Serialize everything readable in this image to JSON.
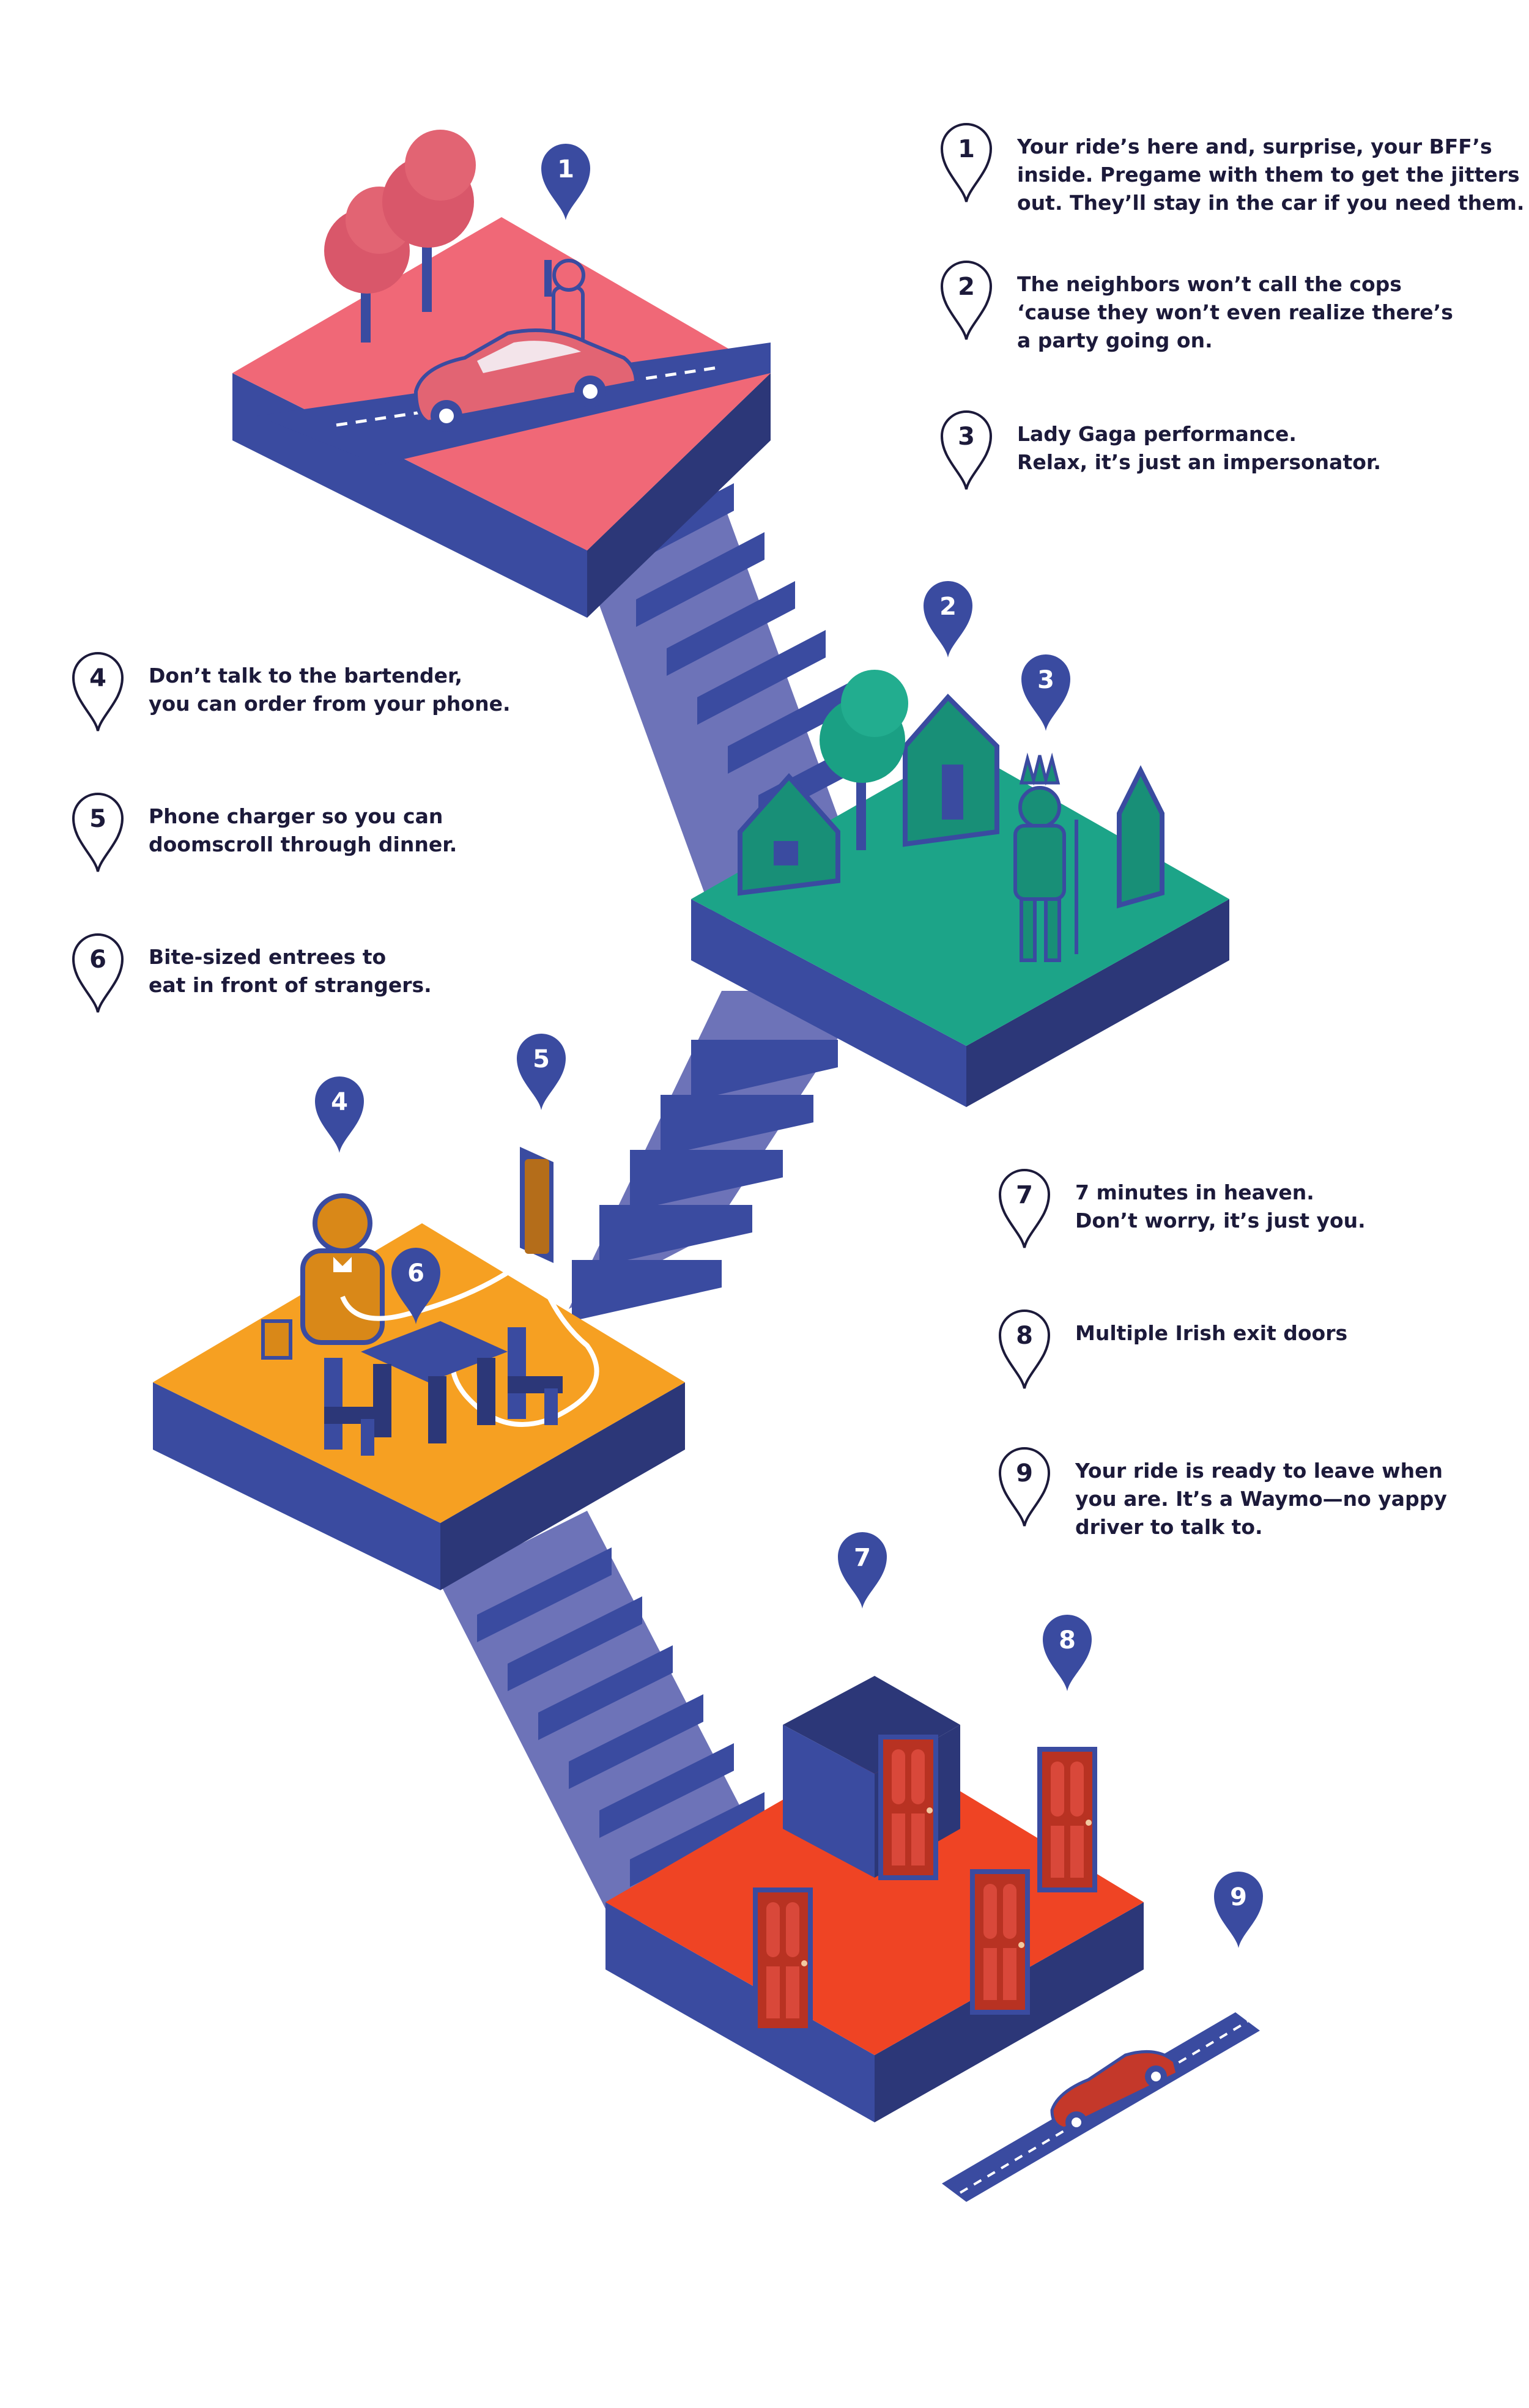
{
  "colors": {
    "navy": "#3a4ba0",
    "navy_dark": "#2c3778",
    "stair_light": "#6d73b8",
    "pink": "#f06877",
    "teal": "#1ca488",
    "orange": "#f6a022",
    "red_orange": "#ef4424",
    "ink": "#1c1a3a"
  },
  "legend": [
    {
      "num": "1",
      "text": "Your ride’s here and, surprise, your BFF’s\ninside. Pregame with them to get the jitters\nout. They’ll stay in the car if you need them."
    },
    {
      "num": "2",
      "text": "The neighbors won’t call the cops\n‘cause they won’t even realize there’s\na party going on."
    },
    {
      "num": "3",
      "text": "Lady Gaga performance.\nRelax, it’s just an impersonator."
    },
    {
      "num": "4",
      "text": "Don’t talk to the bartender,\nyou can order from your phone."
    },
    {
      "num": "5",
      "text": "Phone charger so you can\ndoomscroll through dinner."
    },
    {
      "num": "6",
      "text": "Bite-sized entrees to\neat in front of strangers."
    },
    {
      "num": "7",
      "text": "7 minutes in heaven.\nDon’t worry, it’s just you."
    },
    {
      "num": "8",
      "text": "Multiple Irish exit doors"
    },
    {
      "num": "9",
      "text": "Your ride is ready to leave when\nyou are. It’s a Waymo—no yappy\ndriver to talk to."
    }
  ],
  "markers": [
    "1",
    "2",
    "3",
    "4",
    "5",
    "6",
    "7",
    "8",
    "9"
  ],
  "icons": [
    "map-pin-icon",
    "tree-icon",
    "car-icon",
    "house-icon",
    "door-icon",
    "phone-icon",
    "chair-icon",
    "table-icon",
    "person-icon"
  ]
}
